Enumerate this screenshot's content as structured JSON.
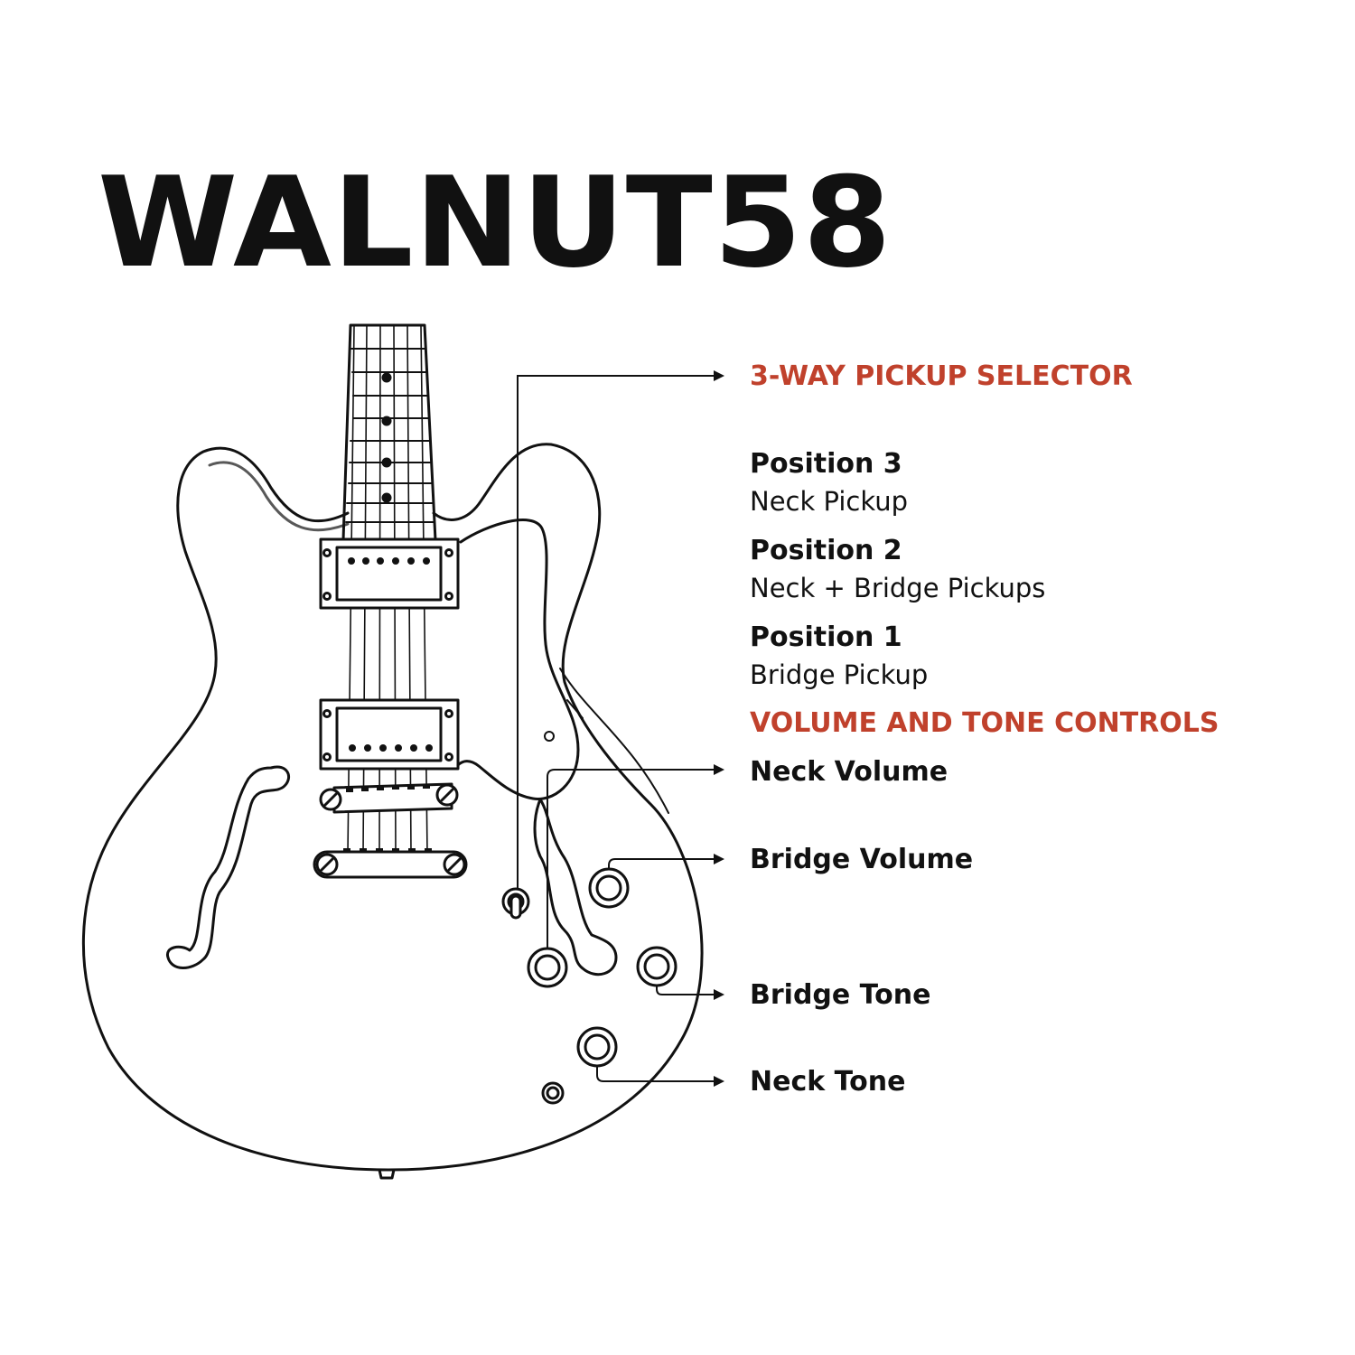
{
  "title": "WALNUT58",
  "colors": {
    "accent": "#c0412c",
    "ink": "#111111",
    "background": "#ffffff"
  },
  "selector": {
    "heading": "3-WAY PICKUP SELECTOR",
    "positions": [
      {
        "title": "Position 3",
        "desc": "Neck Pickup"
      },
      {
        "title": "Position 2",
        "desc": "Neck + Bridge Pickups"
      },
      {
        "title": "Position 1",
        "desc": "Bridge Pickup"
      }
    ]
  },
  "controls": {
    "heading": "VOLUME AND TONE CONTROLS",
    "items": [
      "Neck Volume",
      "Bridge Volume",
      "Bridge Tone",
      "Neck Tone"
    ]
  }
}
